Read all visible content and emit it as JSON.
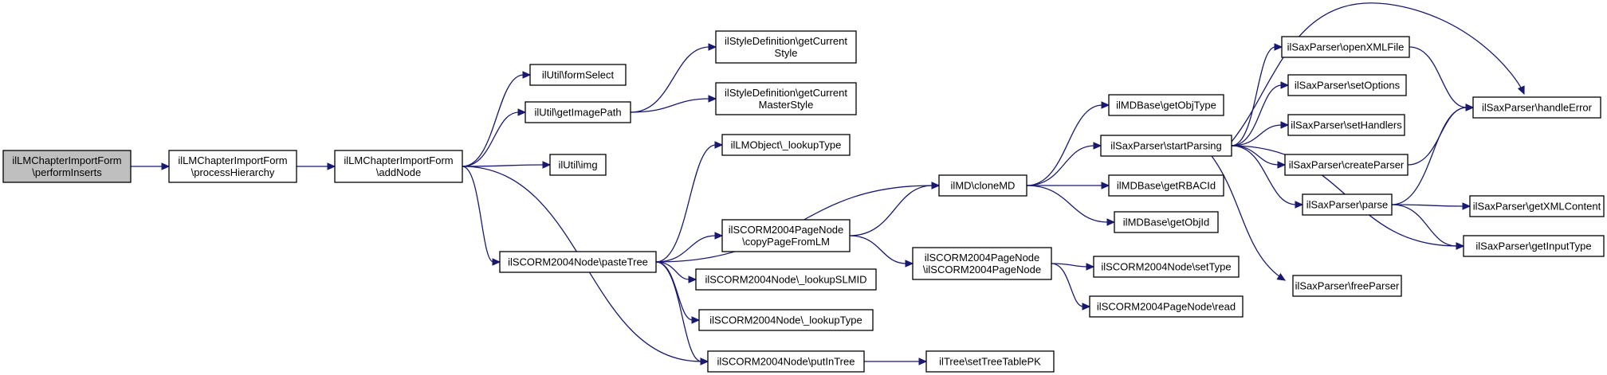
{
  "diagram": {
    "edge_color": "#191970",
    "root_fill": "#bfbfbf",
    "nodes": [
      {
        "id": "n0",
        "lines": [
          "ilLMChapterImportForm",
          "\\performInserts"
        ],
        "root": true
      },
      {
        "id": "n1",
        "lines": [
          "ilLMChapterImportForm",
          "\\processHierarchy"
        ]
      },
      {
        "id": "n2",
        "lines": [
          "ilLMChapterImportForm",
          "\\addNode"
        ]
      },
      {
        "id": "n3",
        "lines": [
          "ilUtil\\formSelect"
        ]
      },
      {
        "id": "n4",
        "lines": [
          "ilUtil\\getImagePath"
        ]
      },
      {
        "id": "n5",
        "lines": [
          "ilUtil\\img"
        ]
      },
      {
        "id": "n6",
        "lines": [
          "ilSCORM2004Node\\pasteTree"
        ]
      },
      {
        "id": "n7",
        "lines": [
          "ilSCORM2004Node\\putInTree"
        ]
      },
      {
        "id": "n8",
        "lines": [
          "ilStyleDefinition\\getCurrent",
          "Style"
        ]
      },
      {
        "id": "n9",
        "lines": [
          "ilStyleDefinition\\getCurrent",
          "MasterStyle"
        ]
      },
      {
        "id": "n10",
        "lines": [
          "ilLMObject\\_lookupType"
        ]
      },
      {
        "id": "n11",
        "lines": [
          "ilMD\\cloneMD"
        ]
      },
      {
        "id": "n12",
        "lines": [
          "ilSCORM2004PageNode",
          "\\copyPageFromLM"
        ]
      },
      {
        "id": "n13",
        "lines": [
          "ilSCORM2004Node\\_lookupSLMID"
        ]
      },
      {
        "id": "n14",
        "lines": [
          "ilSCORM2004Node\\_lookupType"
        ]
      },
      {
        "id": "n15",
        "lines": [
          "ilTree\\setTreeTablePK"
        ]
      },
      {
        "id": "n16",
        "lines": [
          "ilMDBase\\getObjType"
        ]
      },
      {
        "id": "n17",
        "lines": [
          "ilSaxParser\\startParsing"
        ]
      },
      {
        "id": "n18",
        "lines": [
          "ilMDBase\\getRBACId"
        ]
      },
      {
        "id": "n19",
        "lines": [
          "ilMDBase\\getObjId"
        ]
      },
      {
        "id": "n20",
        "lines": [
          "ilSCORM2004PageNode",
          "\\ilSCORM2004PageNode"
        ]
      },
      {
        "id": "n21",
        "lines": [
          "ilSCORM2004Node\\setType"
        ]
      },
      {
        "id": "n22",
        "lines": [
          "ilSCORM2004PageNode\\read"
        ]
      },
      {
        "id": "n23",
        "lines": [
          "ilSaxParser\\openXMLFile"
        ]
      },
      {
        "id": "n24",
        "lines": [
          "ilSaxParser\\setOptions"
        ]
      },
      {
        "id": "n25",
        "lines": [
          "ilSaxParser\\setHandlers"
        ]
      },
      {
        "id": "n26",
        "lines": [
          "ilSaxParser\\createParser"
        ]
      },
      {
        "id": "n27",
        "lines": [
          "ilSaxParser\\parse"
        ]
      },
      {
        "id": "n28",
        "lines": [
          "ilSaxParser\\freeParser"
        ]
      },
      {
        "id": "n29",
        "lines": [
          "ilSaxParser\\handleError"
        ]
      },
      {
        "id": "n30",
        "lines": [
          "ilSaxParser\\getXMLContent"
        ]
      },
      {
        "id": "n31",
        "lines": [
          "ilSaxParser\\getInputType"
        ]
      }
    ],
    "edges": [
      [
        "n0",
        "n1"
      ],
      [
        "n1",
        "n2"
      ],
      [
        "n2",
        "n3"
      ],
      [
        "n2",
        "n4"
      ],
      [
        "n2",
        "n5"
      ],
      [
        "n2",
        "n6"
      ],
      [
        "n2",
        "n7"
      ],
      [
        "n4",
        "n8"
      ],
      [
        "n4",
        "n9"
      ],
      [
        "n6",
        "n10"
      ],
      [
        "n6",
        "n11"
      ],
      [
        "n6",
        "n12"
      ],
      [
        "n6",
        "n13"
      ],
      [
        "n6",
        "n14"
      ],
      [
        "n6",
        "n7"
      ],
      [
        "n7",
        "n15"
      ],
      [
        "n11",
        "n16"
      ],
      [
        "n11",
        "n17"
      ],
      [
        "n11",
        "n18"
      ],
      [
        "n11",
        "n19"
      ],
      [
        "n12",
        "n11"
      ],
      [
        "n12",
        "n20"
      ],
      [
        "n20",
        "n21"
      ],
      [
        "n20",
        "n22"
      ],
      [
        "n17",
        "n23"
      ],
      [
        "n17",
        "n24"
      ],
      [
        "n17",
        "n25"
      ],
      [
        "n17",
        "n26"
      ],
      [
        "n17",
        "n27"
      ],
      [
        "n17",
        "n28"
      ],
      [
        "n17",
        "n29"
      ],
      [
        "n17",
        "n31"
      ],
      [
        "n23",
        "n29"
      ],
      [
        "n26",
        "n29"
      ],
      [
        "n27",
        "n29"
      ],
      [
        "n27",
        "n30"
      ],
      [
        "n27",
        "n31"
      ]
    ]
  }
}
